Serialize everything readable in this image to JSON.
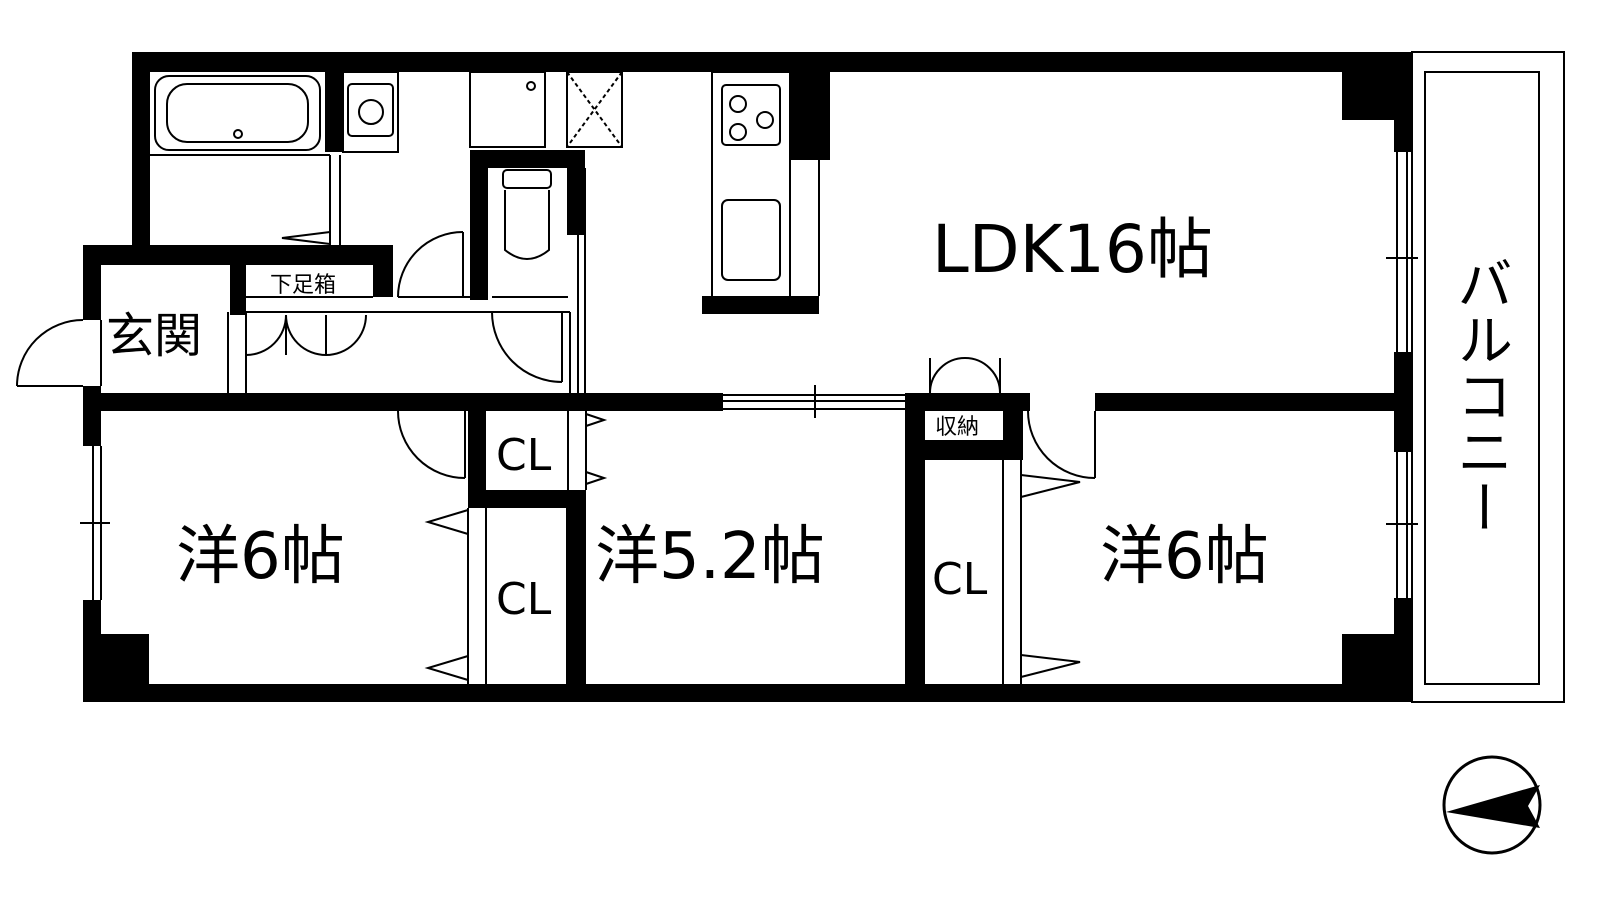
{
  "rooms": {
    "ldk": "LDK16帖",
    "western_left": "洋6帖",
    "western_center": "洋5.2帖",
    "western_right": "洋6帖",
    "entrance": "玄関",
    "balcony": "バルコニー"
  },
  "storage": {
    "shoe_box": "下足箱",
    "storage": "収納",
    "closet_1": "CL",
    "closet_2": "CL",
    "closet_3": "CL"
  },
  "colors": {
    "wall": "#000000",
    "background": "#ffffff",
    "line": "#000000"
  },
  "icons": {
    "north_indicator": "compass-arrow-icon",
    "stove": "stove-burner-icon",
    "sink": "sink-icon",
    "toilet": "toilet-icon",
    "bathtub": "bathtub-icon",
    "washbasin": "washbasin-icon"
  }
}
